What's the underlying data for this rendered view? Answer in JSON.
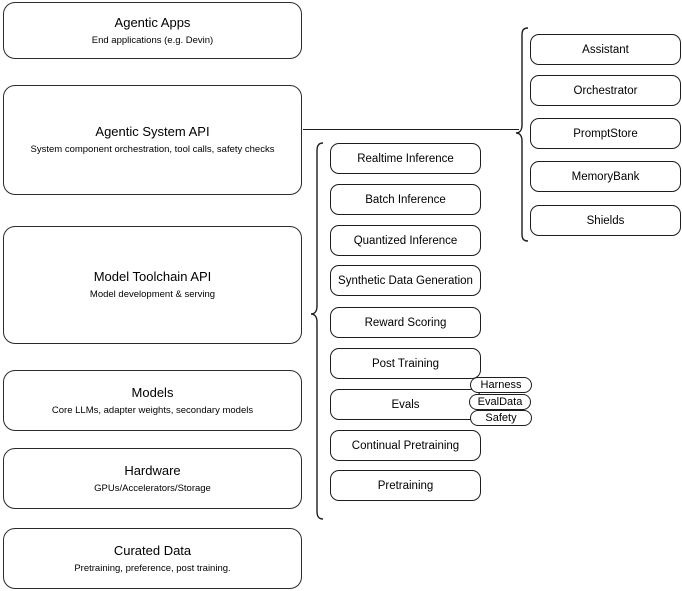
{
  "diagram": {
    "title": "Agentic AI stack layered architecture diagram",
    "stroke_color": "#1d1d1d",
    "background_color": "#ffffff"
  },
  "layers": [
    {
      "name": "agentic-apps",
      "title": "Agentic Apps",
      "subtitle": "End applications (e.g. Devin)"
    },
    {
      "name": "agentic-system-api",
      "title": "Agentic System API",
      "subtitle": "System component orchestration, tool calls, safety checks"
    },
    {
      "name": "model-toolchain-api",
      "title": "Model Toolchain API",
      "subtitle": "Model development & serving"
    },
    {
      "name": "models",
      "title": "Models",
      "subtitle": "Core LLMs, adapter weights, secondary models"
    },
    {
      "name": "hardware",
      "title": "Hardware",
      "subtitle": "GPUs/Accelerators/Storage"
    },
    {
      "name": "curated-data",
      "title": "Curated Data",
      "subtitle": "Pretraining, preference, post training."
    }
  ],
  "toolchain_capabilities": [
    {
      "name": "realtime-inference",
      "label": "Realtime Inference"
    },
    {
      "name": "batch-inference",
      "label": "Batch Inference"
    },
    {
      "name": "quantized-inference",
      "label": "Quantized Inference"
    },
    {
      "name": "synthetic-data-generation",
      "label": "Synthetic Data Generation"
    },
    {
      "name": "reward-scoring",
      "label": "Reward Scoring"
    },
    {
      "name": "post-training",
      "label": "Post Training"
    },
    {
      "name": "evals",
      "label": "Evals"
    },
    {
      "name": "continual-pretraining",
      "label": "Continual Pretraining"
    },
    {
      "name": "pretraining",
      "label": "Pretraining"
    }
  ],
  "eval_subcomponents": [
    {
      "name": "harness",
      "label": "Harness"
    },
    {
      "name": "evaldata",
      "label": "EvalData"
    },
    {
      "name": "safety",
      "label": "Safety"
    }
  ],
  "system_components": [
    {
      "name": "assistant",
      "label": "Assistant"
    },
    {
      "name": "orchestrator",
      "label": "Orchestrator"
    },
    {
      "name": "promptstore",
      "label": "PromptStore"
    },
    {
      "name": "memorybank",
      "label": "MemoryBank"
    },
    {
      "name": "shields",
      "label": "Shields"
    }
  ]
}
